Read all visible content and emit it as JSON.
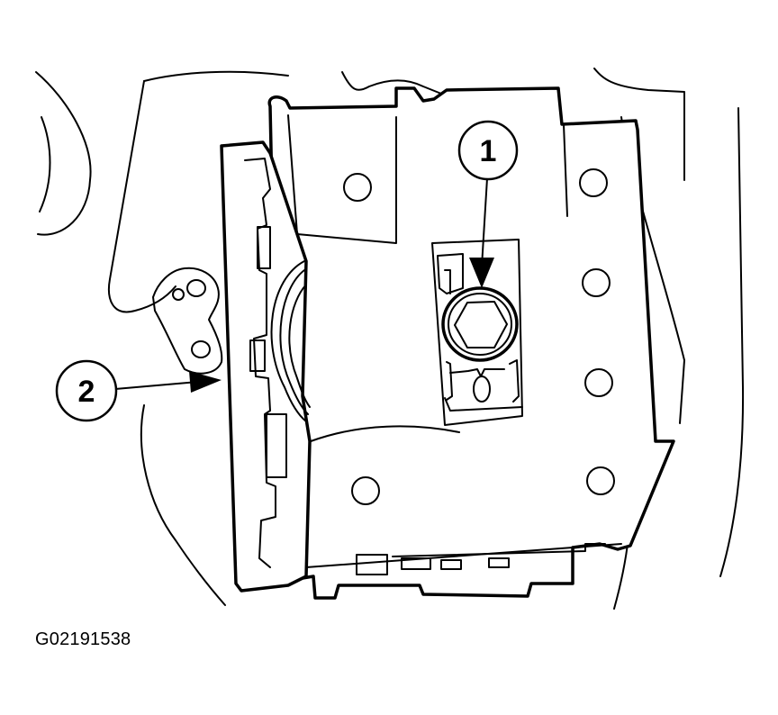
{
  "callouts": [
    {
      "label": "1"
    },
    {
      "label": "2"
    }
  ],
  "figure_code": "G02191538"
}
